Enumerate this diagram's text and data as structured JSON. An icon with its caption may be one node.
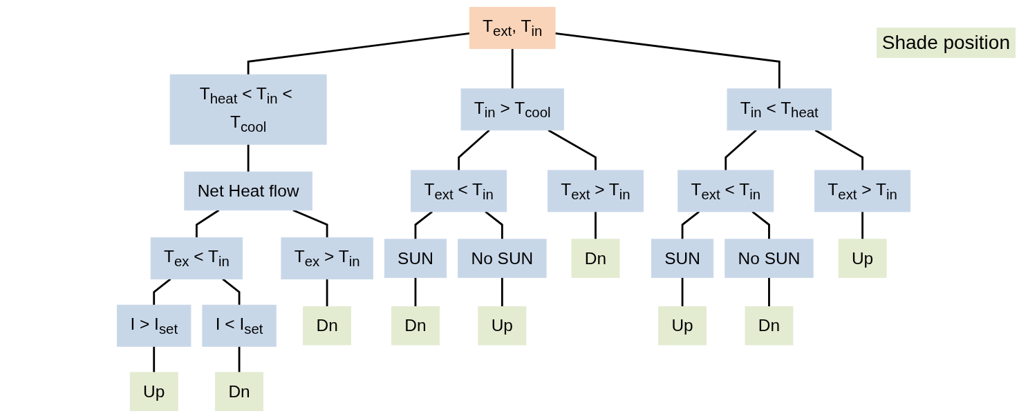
{
  "diagram": {
    "nodes": [
      {
        "text": [
          "T$_{ext}$, T$_{in}$"
        ]
      },
      {
        "text": [
          "T$_{heat}$ < T$_{in}$ < T$_{cool}$"
        ]
      },
      {
        "text": [
          "T$_{in}$ > T$_{cool}$"
        ]
      },
      {
        "text": [
          "T$_{in}$ < T$_{heat}$"
        ]
      },
      {
        "text": [
          "Net Heat flow"
        ]
      },
      {
        "text": [
          "T$_{ex}$ < T$_{in}$"
        ]
      },
      {
        "text": [
          "T$_{ex}$ > T$_{in}$"
        ]
      },
      {
        "text": [
          "I > I$_{set}$"
        ]
      },
      {
        "text": [
          "I < I$_{set}$"
        ]
      },
      {
        "text": [
          "Up"
        ]
      },
      {
        "text": [
          "Dn"
        ]
      },
      {
        "text": [
          "Dn"
        ]
      },
      {
        "text": [
          "T$_{ext}$ < T$_{in}$"
        ]
      },
      {
        "text": [
          "T$_{ext}$ > T$_{in}$"
        ]
      },
      {
        "text": [
          "SUN"
        ]
      },
      {
        "text": [
          "No SUN"
        ]
      },
      {
        "text": [
          "Dn"
        ]
      },
      {
        "text": [
          "Up"
        ]
      },
      {
        "text": [
          "Dn"
        ]
      },
      {
        "text": [
          "T$_{ext}$ < T$_{in}$"
        ]
      },
      {
        "text": [
          "T$_{ext}$ > T$_{in}$"
        ]
      },
      {
        "text": [
          "SUN"
        ]
      },
      {
        "text": [
          "No SUN"
        ]
      },
      {
        "text": [
          "Up"
        ]
      },
      {
        "text": [
          "Dn"
        ]
      },
      {
        "text": [
          "Up"
        ]
      }
    ],
    "edges": [
      {
        "from": 0,
        "to": 1,
        "arrow": "none"
      },
      {
        "from": 0,
        "to": 2,
        "arrow": "none"
      },
      {
        "from": 0,
        "to": 3,
        "arrow": "none"
      },
      {
        "from": 1,
        "to": 4,
        "arrow": "none"
      },
      {
        "from": 4,
        "to": 5,
        "arrow": "none"
      },
      {
        "from": 4,
        "to": 6,
        "arrow": "none"
      },
      {
        "from": 5,
        "to": 7,
        "arrow": "none"
      },
      {
        "from": 5,
        "to": 8,
        "arrow": "none"
      },
      {
        "from": 7,
        "to": 9,
        "arrow": "none"
      },
      {
        "from": 8,
        "to": 10,
        "arrow": "none"
      },
      {
        "from": 6,
        "to": 11,
        "arrow": "none"
      },
      {
        "from": 2,
        "to": 12,
        "arrow": "none"
      },
      {
        "from": 2,
        "to": 13,
        "arrow": "none"
      },
      {
        "from": 12,
        "to": 14,
        "arrow": "none"
      },
      {
        "from": 12,
        "to": 15,
        "arrow": "none"
      },
      {
        "from": 14,
        "to": 16,
        "arrow": "none"
      },
      {
        "from": 15,
        "to": 17,
        "arrow": "none"
      },
      {
        "from": 13,
        "to": 18,
        "arrow": "none"
      },
      {
        "from": 3,
        "to": 19,
        "arrow": "none"
      },
      {
        "from": 3,
        "to": 20,
        "arrow": "none"
      },
      {
        "from": 19,
        "to": 21,
        "arrow": "none"
      },
      {
        "from": 19,
        "to": 22,
        "arrow": "none"
      },
      {
        "from": 21,
        "to": 23,
        "arrow": "none"
      },
      {
        "from": 22,
        "to": 24,
        "arrow": "none"
      },
      {
        "from": 20,
        "to": 25,
        "arrow": "none"
      }
    ],
    "legend": [
      {
        "text": "Shade position",
        "color": "#e3ebd1"
      }
    ]
  }
}
